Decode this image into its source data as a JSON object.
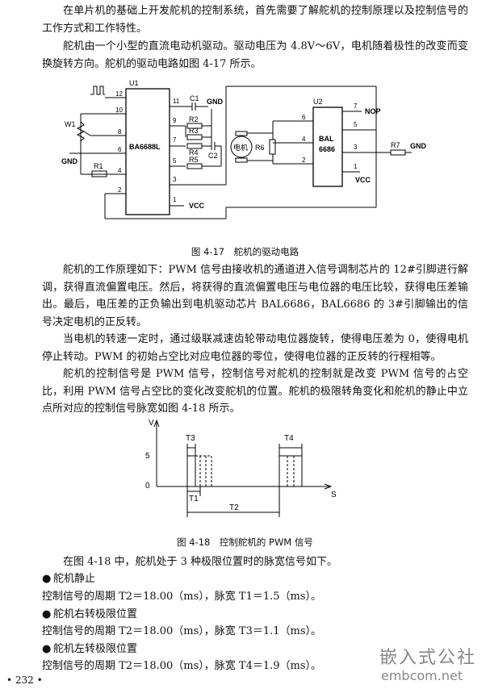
{
  "paragraphs": {
    "p1": "在单片机的基础上开发舵机的控制系统，首先需要了解舵机的控制原理以及控制信号的工作方式和工作特性。",
    "p2": "舵机由一个小型的直流电动机驱动。驱动电压为 4.8V～6V，电机随着极性的改变而变换旋转方向。舵机的驱动电路如图 4-17 所示。",
    "p3": "舵机的工作原理如下：PWM 信号由接收机的通道进入信号调制芯片的 12#引脚进行解调，获得直流偏置电压。然后，将获得的直流偏置电压与电位器的电压比较，获得电压差输出。最后，电压差的正负输出到电机驱动芯片 BAL6686，BAL6686 的 3#引脚输出的信号决定电机的正反转。",
    "p4": "当电机的转速一定时，通过级联减速齿轮带动电位器旋转，使得电压差为 0，使得电机停止转动。PWM 的初始占空比对应电位器的零位，使得电位器的正反转的行程相等。",
    "p5": "舵机的控制信号是 PWM 信号，控制信号对舵机的控制就是改变 PWM 信号的占空比，利用 PWM 信号占空比的变化改变舵机的位置。舵机的极限转角变化和舵机的静止中立点所对应的控制信号脉宽如图 4-18 所示。",
    "p6": "在图 4-18 中，舵机处于 3 种极限位置时的脉宽信号如下。"
  },
  "captions": {
    "fig17": "图 4-17　舵机的驱动电路",
    "fig18": "图 4-18　控制舵机的 PWM 信号"
  },
  "circuit": {
    "u1": "U1",
    "u2": "U2",
    "chip1": "BA6688L",
    "chip2_a": "BAL",
    "chip2_b": "6686",
    "w1": "W1",
    "r1": "R1",
    "r2": "R2",
    "r3": "R3",
    "r4": "R4",
    "r5": "R5",
    "r6": "R6",
    "r7": "R7",
    "c1": "C1",
    "c2": "C2",
    "motor": "电机",
    "gnd1": "GND",
    "gnd2": "GND",
    "gnd3": "GND",
    "vcc1": "VCC",
    "vcc2": "VCC",
    "nop": "NOP",
    "pin12": "12",
    "pin10": "10",
    "pin8": "8",
    "pin6": "6",
    "pin4": "4",
    "pin2": "2",
    "pin11": "11",
    "pin9": "9",
    "pin7": "7",
    "pin5": "5",
    "pin3": "3",
    "pin1": "1",
    "u2pin7": "7",
    "u2pin6": "6",
    "u2pin5": "5",
    "u2pin4": "4",
    "u2pin3": "3",
    "u2pin2": "2",
    "u2pin1": "1"
  },
  "pwm_figure": {
    "ylabel": "V",
    "xlabel": "S",
    "y5": "5",
    "y0": "0",
    "t1": "T1",
    "t2": "T2",
    "t3": "T3",
    "t4": "T4"
  },
  "bullets": [
    {
      "title": "舵机静止",
      "text": "控制信号的周期 T2＝18.00（ms），脉宽 T1＝1.5（ms）。"
    },
    {
      "title": "舵机右转极限位置",
      "text": "控制信号的周期 T2＝18.00（ms），脉宽 T3＝1.1（ms）。"
    },
    {
      "title": "舵机左转极限位置",
      "text": "控制信号的周期 T2＝18.00（ms），脉宽 T4＝1.9（ms）。"
    }
  ],
  "bullet_symbol": "●",
  "page_number": "• 232 •",
  "watermark": {
    "cn": "嵌入式公社",
    "en": "embcom.net"
  }
}
